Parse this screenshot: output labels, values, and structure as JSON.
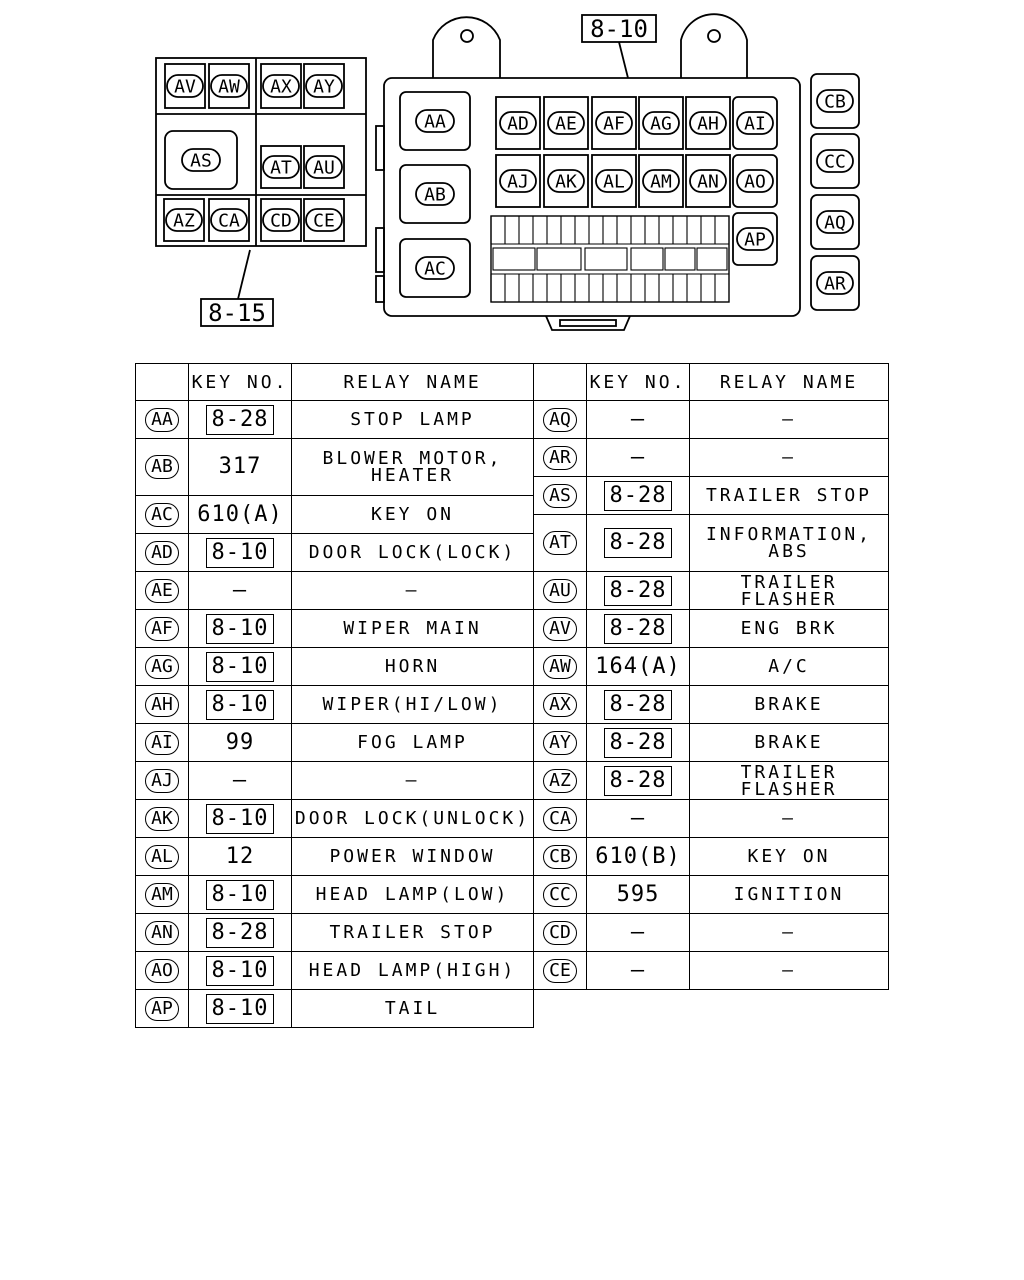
{
  "diagram": {
    "main_box_ref": "8-10",
    "left_box_ref": "8-15",
    "left_box_relays": [
      "AV",
      "AW",
      "AX",
      "AY",
      "AS",
      "AT",
      "AU",
      "AZ",
      "CA",
      "CD",
      "CE"
    ],
    "main_box_relays": [
      "AA",
      "AB",
      "AC",
      "AD",
      "AE",
      "AF",
      "AG",
      "AH",
      "AI",
      "AJ",
      "AK",
      "AL",
      "AM",
      "AN",
      "AO",
      "AP"
    ],
    "side_relays": [
      "CB",
      "CC",
      "AQ",
      "AR"
    ]
  },
  "table": {
    "headers": {
      "code": "",
      "key_no": "KEY NO.",
      "relay_name": "RELAY NAME"
    },
    "left_rows": [
      {
        "code": "AA",
        "key": "8-28",
        "boxed": true,
        "name": "STOP LAMP"
      },
      {
        "code": "AB",
        "key": "317",
        "boxed": false,
        "name": "BLOWER MOTOR,\nHEATER"
      },
      {
        "code": "AC",
        "key": "610(A)",
        "boxed": false,
        "name": "KEY ON"
      },
      {
        "code": "AD",
        "key": "8-10",
        "boxed": true,
        "name": "DOOR LOCK(LOCK)"
      },
      {
        "code": "AE",
        "key": "—",
        "boxed": false,
        "name": "—"
      },
      {
        "code": "AF",
        "key": "8-10",
        "boxed": true,
        "name": "WIPER MAIN"
      },
      {
        "code": "AG",
        "key": "8-10",
        "boxed": true,
        "name": "HORN"
      },
      {
        "code": "AH",
        "key": "8-10",
        "boxed": true,
        "name": "WIPER(HI/LOW)"
      },
      {
        "code": "AI",
        "key": "99",
        "boxed": false,
        "name": "FOG LAMP"
      },
      {
        "code": "AJ",
        "key": "—",
        "boxed": false,
        "name": "—"
      },
      {
        "code": "AK",
        "key": "8-10",
        "boxed": true,
        "name": "DOOR LOCK(UNLOCK)"
      },
      {
        "code": "AL",
        "key": "12",
        "boxed": false,
        "name": "POWER WINDOW"
      },
      {
        "code": "AM",
        "key": "8-10",
        "boxed": true,
        "name": "HEAD LAMP(LOW)"
      },
      {
        "code": "AN",
        "key": "8-28",
        "boxed": true,
        "name": "TRAILER STOP"
      },
      {
        "code": "AO",
        "key": "8-10",
        "boxed": true,
        "name": "HEAD LAMP(HIGH)"
      },
      {
        "code": "AP",
        "key": "8-10",
        "boxed": true,
        "name": "TAIL"
      }
    ],
    "right_rows": [
      {
        "code": "AQ",
        "key": "—",
        "boxed": false,
        "name": "—"
      },
      {
        "code": "AR",
        "key": "—",
        "boxed": false,
        "name": "—"
      },
      {
        "code": "AS",
        "key": "8-28",
        "boxed": true,
        "name": "TRAILER STOP"
      },
      {
        "code": "AT",
        "key": "8-28",
        "boxed": true,
        "name": "INFORMATION,\nABS"
      },
      {
        "code": "AU",
        "key": "8-28",
        "boxed": true,
        "name": "TRAILER FLASHER"
      },
      {
        "code": "AV",
        "key": "8-28",
        "boxed": true,
        "name": "ENG BRK"
      },
      {
        "code": "AW",
        "key": "164(A)",
        "boxed": false,
        "name": "A/C"
      },
      {
        "code": "AX",
        "key": "8-28",
        "boxed": true,
        "name": "BRAKE"
      },
      {
        "code": "AY",
        "key": "8-28",
        "boxed": true,
        "name": "BRAKE"
      },
      {
        "code": "AZ",
        "key": "8-28",
        "boxed": true,
        "name": "TRAILER FLASHER"
      },
      {
        "code": "CA",
        "key": "—",
        "boxed": false,
        "name": "—"
      },
      {
        "code": "CB",
        "key": "610(B)",
        "boxed": false,
        "name": "KEY ON"
      },
      {
        "code": "CC",
        "key": "595",
        "boxed": false,
        "name": "IGNITION"
      },
      {
        "code": "CD",
        "key": "—",
        "boxed": false,
        "name": "—"
      },
      {
        "code": "CE",
        "key": "—",
        "boxed": false,
        "name": "—"
      }
    ]
  }
}
